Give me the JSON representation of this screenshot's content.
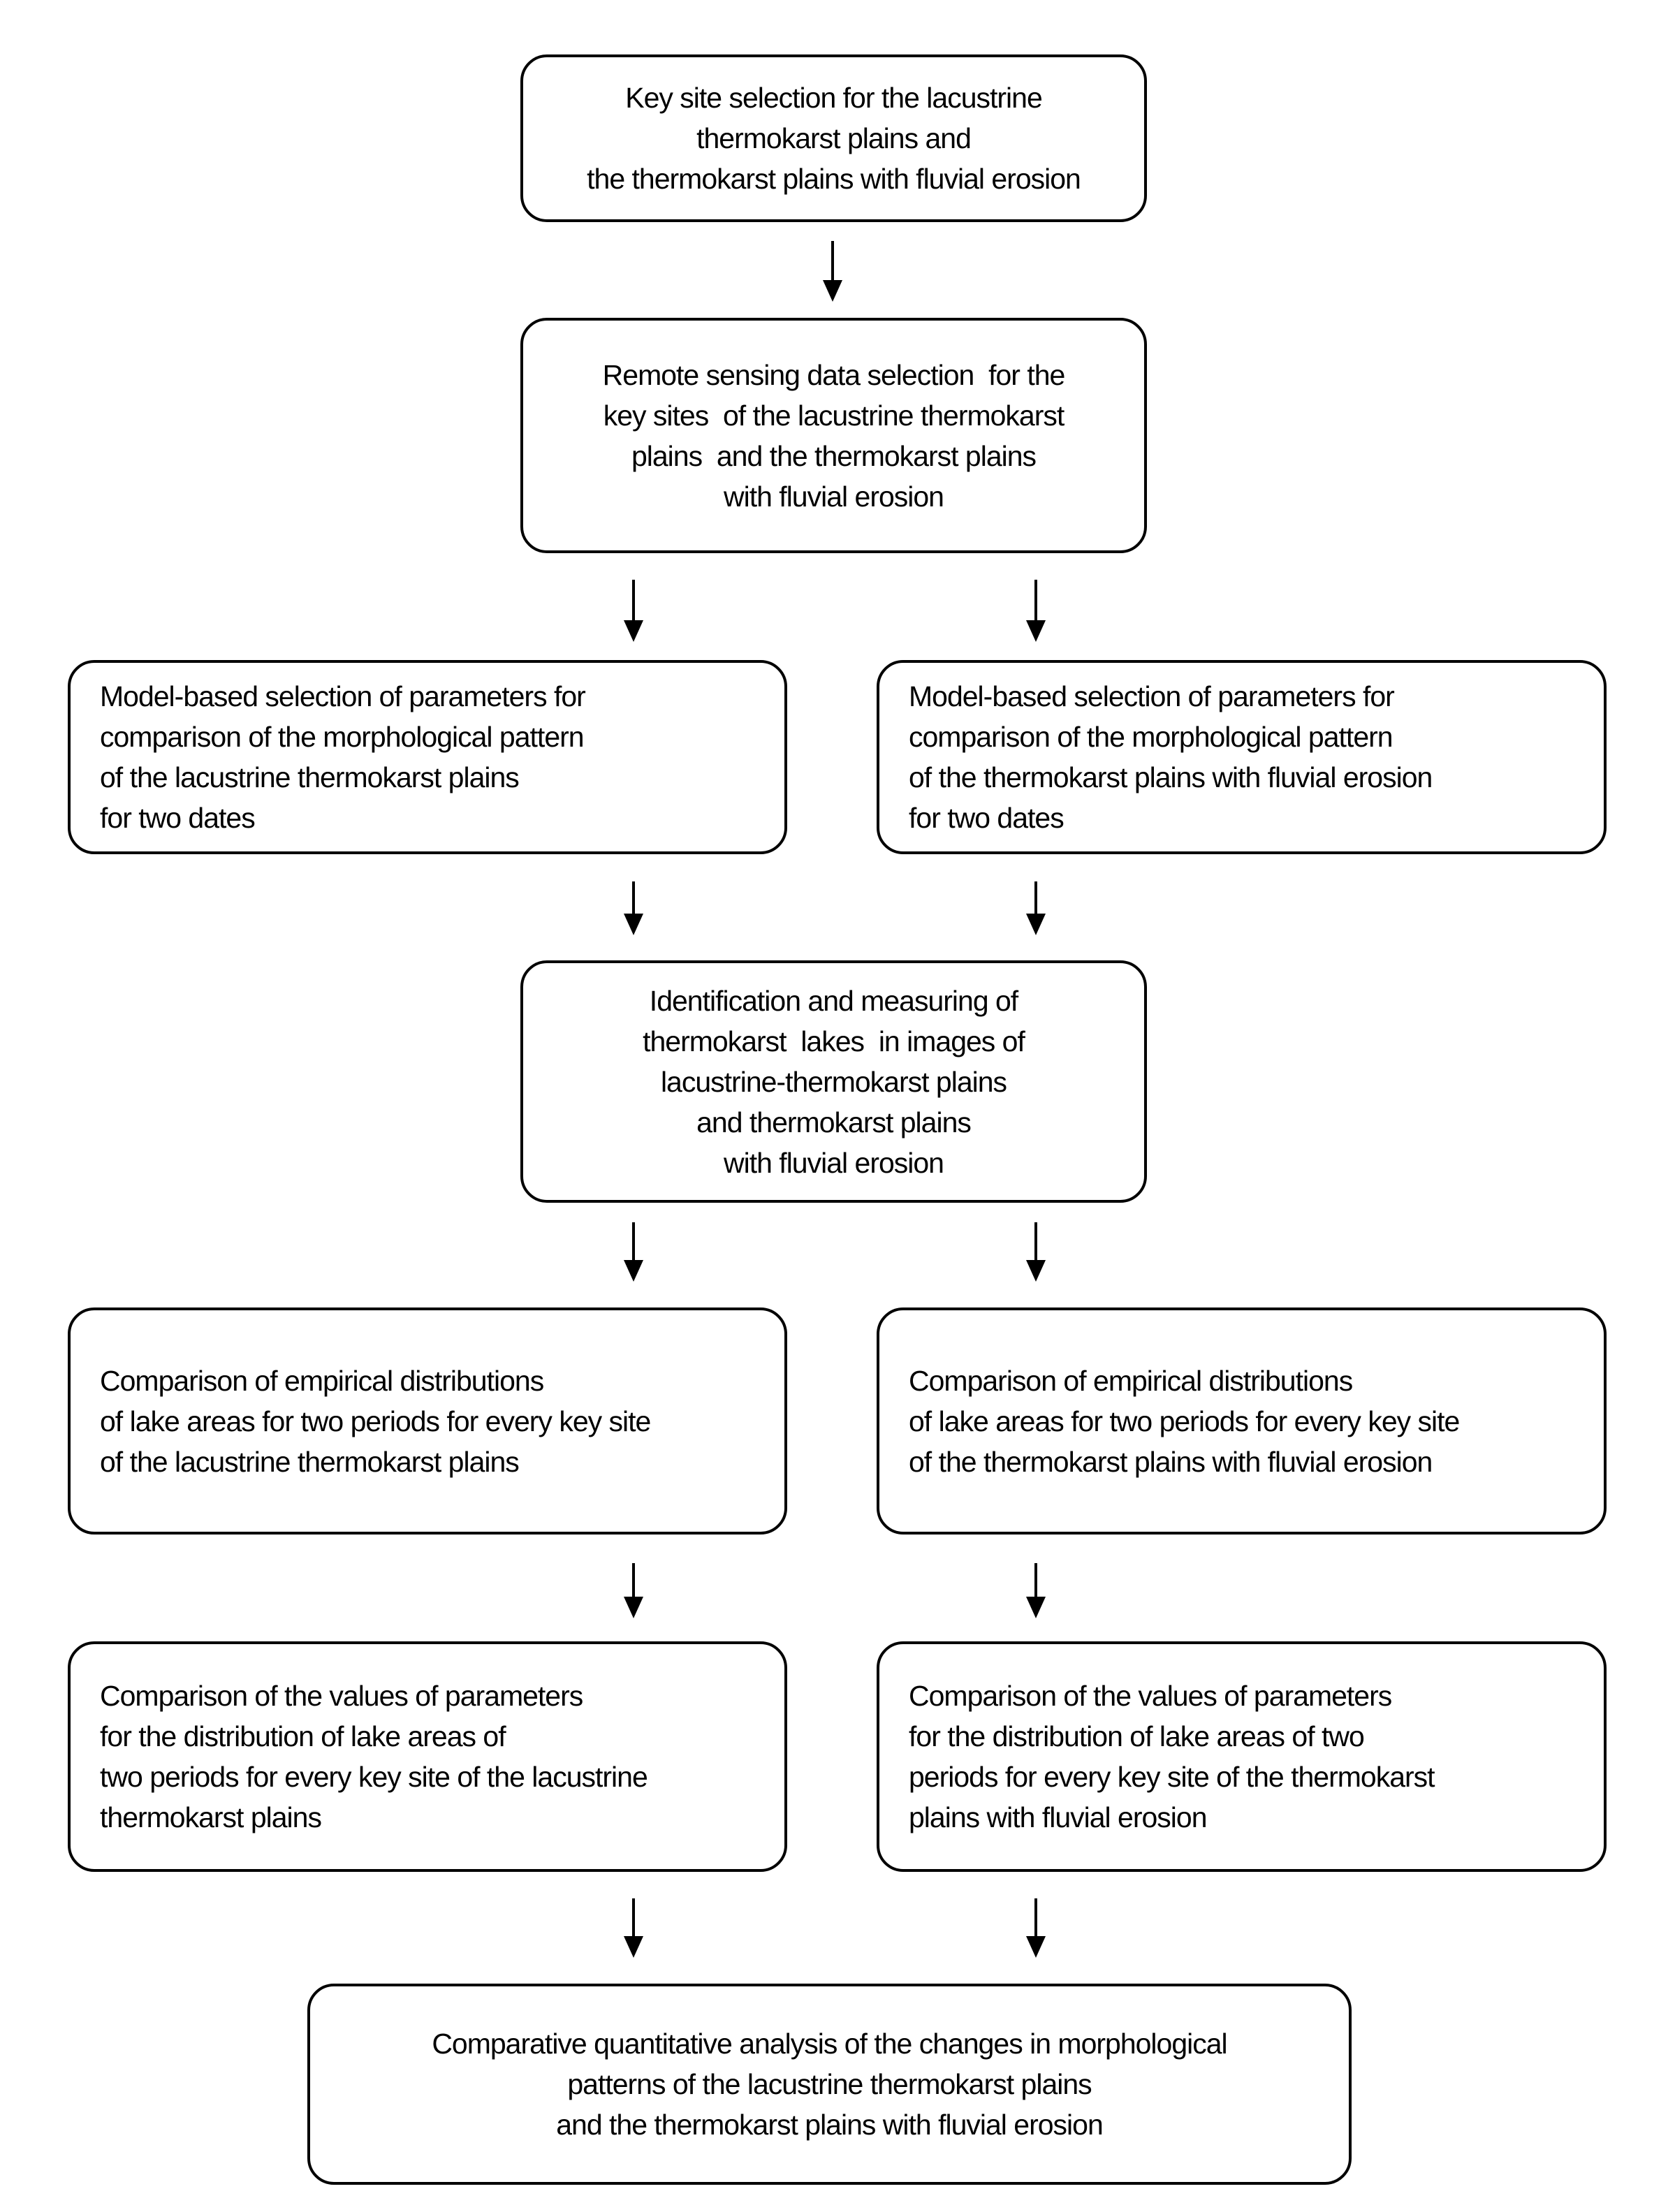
{
  "diagram": {
    "colors": {
      "background": "#ffffff",
      "box_border": "#000000",
      "text": "#000000",
      "arrow": "#000000"
    },
    "boxes": [
      {
        "name": "key-site-selection",
        "lines": [
          "Key site selection for the lacustrine",
          "thermokarst plains and",
          "the thermokarst plains with fluvial erosion"
        ]
      },
      {
        "name": "remote-sensing-data-selection",
        "lines": [
          "Remote sensing data selection  for the",
          "key sites  of the lacustrine thermokarst",
          "plains  and the thermokarst plains",
          "with fluvial erosion"
        ]
      },
      {
        "name": "model-based-selection-lacustrine",
        "lines": [
          "Model-based selection of parameters for",
          "comparison of the morphological pattern",
          "of the lacustrine thermokarst plains",
          "for two dates"
        ]
      },
      {
        "name": "model-based-selection-fluvial",
        "lines": [
          "Model-based selection of parameters for",
          "comparison of the morphological pattern",
          "of the thermokarst plains with fluvial erosion",
          "for two dates"
        ]
      },
      {
        "name": "identification-and-measuring",
        "lines": [
          "Identification and measuring of",
          "thermokarst  lakes  in images of",
          "lacustrine-thermokarst plains",
          "and thermokarst plains",
          "with fluvial erosion"
        ]
      },
      {
        "name": "comparison-empirical-distributions-lacustrine",
        "lines": [
          "Comparison of empirical distributions",
          "of lake areas for two periods for every key site",
          "of the lacustrine thermokarst plains"
        ]
      },
      {
        "name": "comparison-empirical-distributions-fluvial",
        "lines": [
          "Comparison of empirical distributions",
          "of lake areas for two periods for every key site",
          "of the thermokarst plains with fluvial erosion"
        ]
      },
      {
        "name": "comparison-parameter-values-lacustrine",
        "lines": [
          "Comparison of the values of parameters",
          "for the distribution of lake areas of",
          "two periods for every key site of the lacustrine",
          "thermokarst plains"
        ]
      },
      {
        "name": "comparison-parameter-values-fluvial",
        "lines": [
          "Comparison of the values of parameters",
          "for the distribution of lake areas of two",
          "periods for every key site of the thermokarst",
          "plains with fluvial erosion"
        ]
      },
      {
        "name": "comparative-quantitative-analysis",
        "lines": [
          "Comparative quantitative analysis of the changes in morphological",
          "patterns of the lacustrine thermokarst plains",
          "and the thermokarst plains with fluvial erosion"
        ]
      }
    ]
  }
}
